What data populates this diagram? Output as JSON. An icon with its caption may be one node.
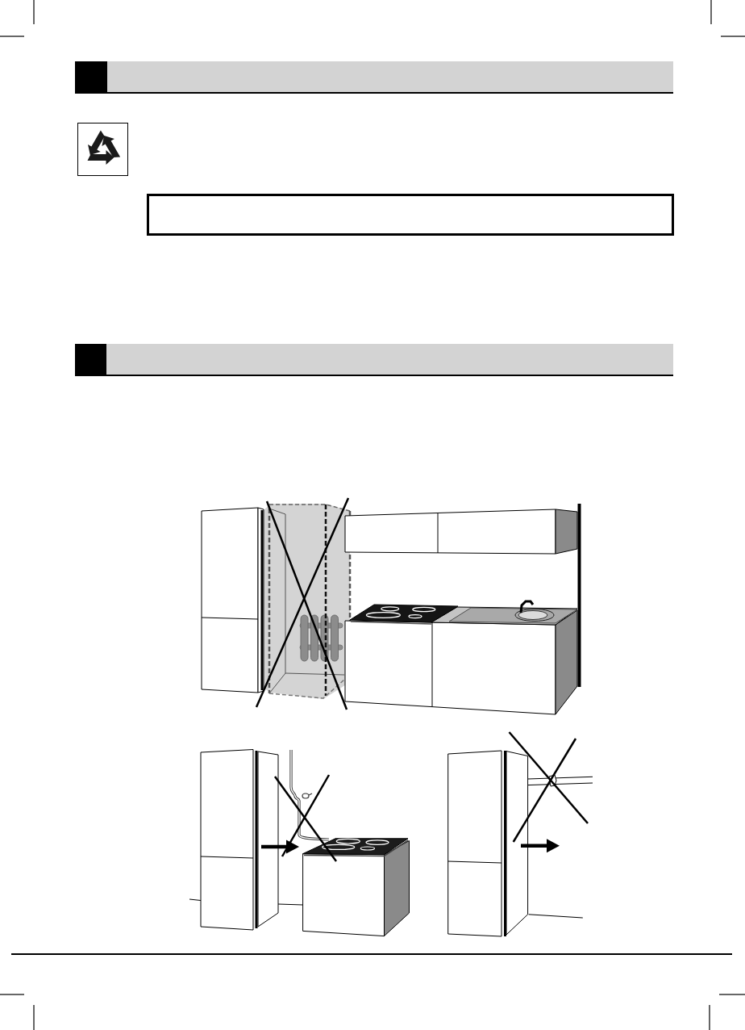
{
  "diagram": {
    "nodes": [
      {
        "text": [],
        "shape": "bar"
      },
      {
        "text": [],
        "shape": "box"
      },
      {
        "text": [],
        "shape": "bar"
      }
    ]
  }
}
